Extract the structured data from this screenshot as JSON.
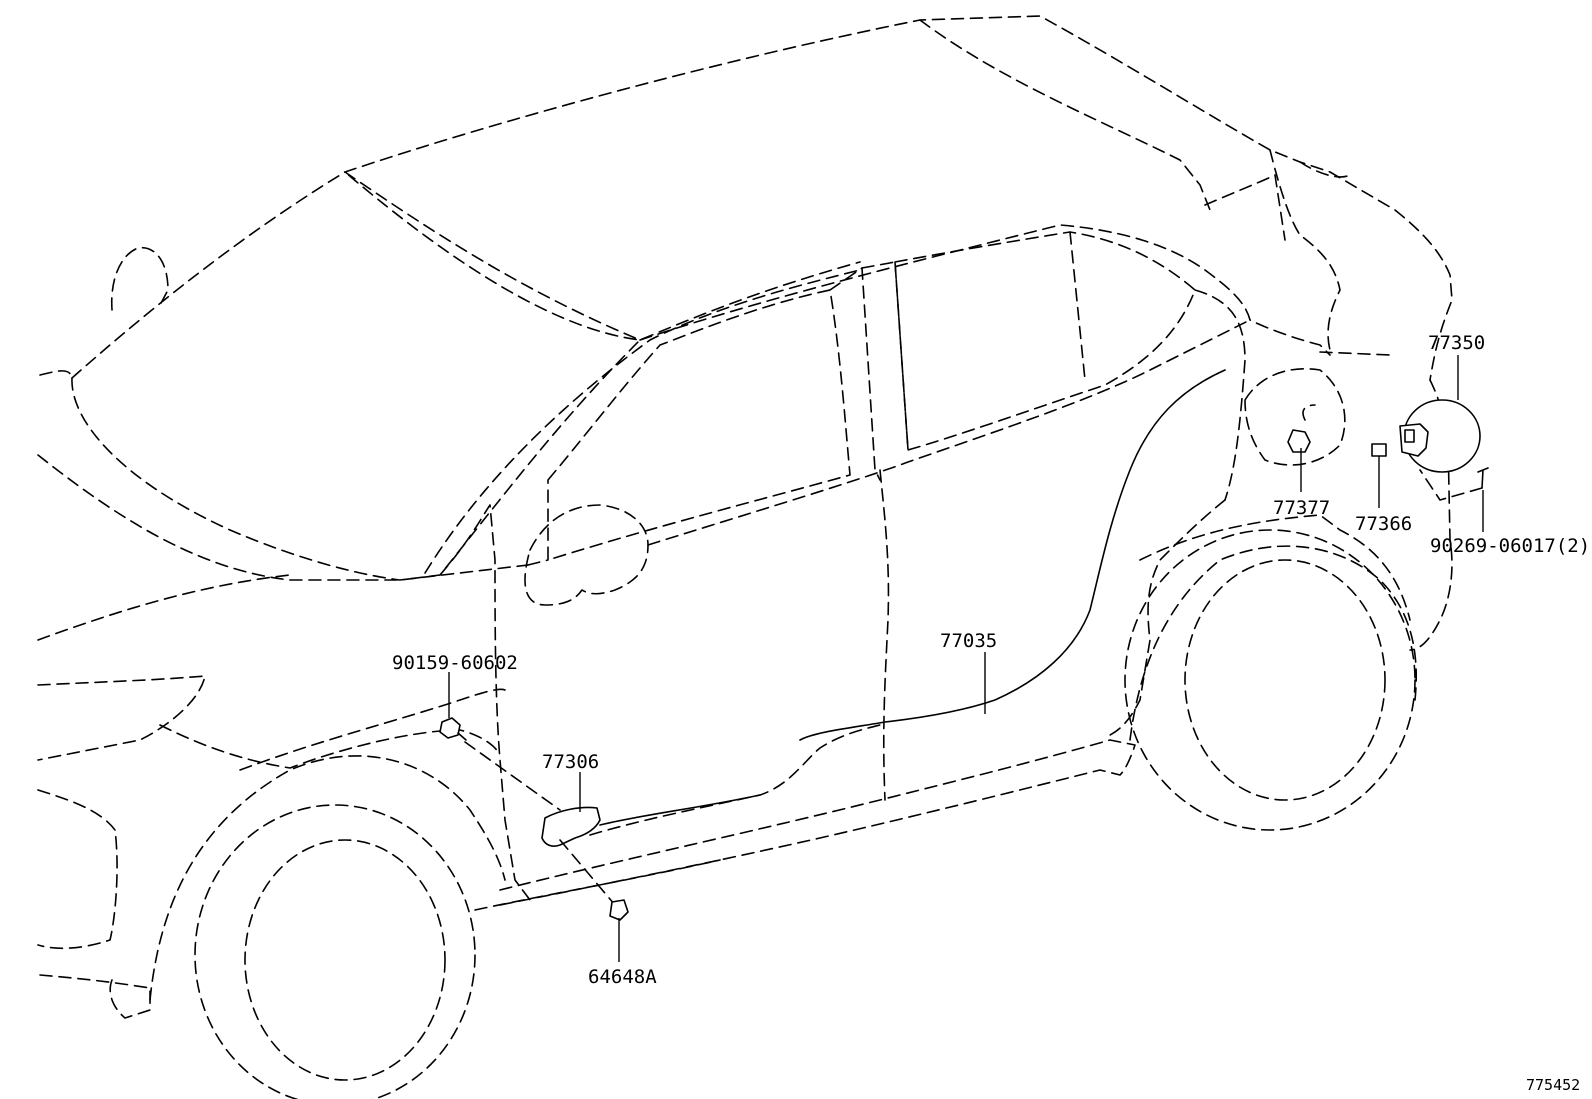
{
  "diagram": {
    "part_labels": {
      "p77350": "77350",
      "p77377": "77377",
      "p77366": "77366",
      "p90269": "90269-06017(2)",
      "p77035": "77035",
      "p90159": "90159-60602",
      "p77306": "77306",
      "p64648": "64648A"
    },
    "figure_number": "775452"
  }
}
